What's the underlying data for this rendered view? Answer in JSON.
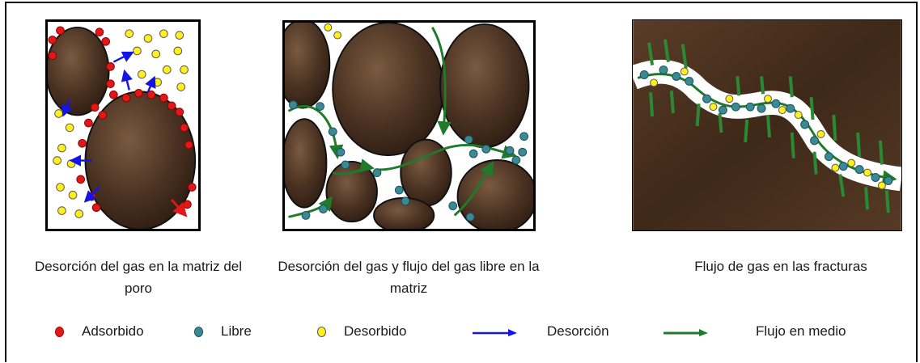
{
  "captions": {
    "panel1": "Desorción del gas en la matriz del poro",
    "panel2": "Desorción del gas y flujo del gas libre en la matriz",
    "panel3": "Flujo de gas en las fracturas"
  },
  "legend": {
    "adsorbed": "Adsorbido",
    "free": "Libre",
    "desorbed": "Desorbido",
    "desorption": "Desorción",
    "flow": "Flujo en medio"
  },
  "colors": {
    "adsorbed": "#e01818",
    "free": "#3a8a96",
    "desorbed": "#ffef1a",
    "desorption_arrow": "#1414e6",
    "flow_arrow": "#1f7a2a",
    "rock": "#4a3222"
  }
}
